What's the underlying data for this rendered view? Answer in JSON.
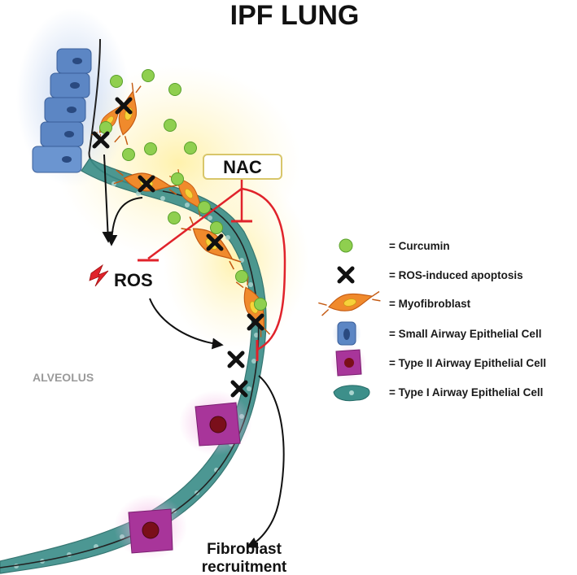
{
  "title": "IPF LUNG",
  "labels": {
    "nac": "NAC",
    "ros": "ROS",
    "alveolus": "ALVEOLUS",
    "fibroblast_line1": "Fibroblast",
    "fibroblast_line2": "recruitment"
  },
  "legend": [
    {
      "icon": "curcumin-dot-icon",
      "text": "= Curcumin"
    },
    {
      "icon": "apoptosis-x-icon",
      "text": "= ROS-induced apoptosis"
    },
    {
      "icon": "myofibroblast-icon",
      "text": "= Myofibroblast"
    },
    {
      "icon": "small-airway-cell-icon",
      "text": "= Small Airway Epithelial Cell"
    },
    {
      "icon": "type2-cell-icon",
      "text": "= Type II Airway Epithelial Cell"
    },
    {
      "icon": "type1-cell-icon",
      "text": "= Type I Airway Epithelial Cell"
    }
  ],
  "colors": {
    "inhibition": "#e0232b",
    "curcumin": "#8fcf4f",
    "myofibroblast": "#f08a2c",
    "nucleus": "#f7d23a",
    "small_airway": "#5c86c4",
    "type2": "#a8359a",
    "type1": "#3d8f8a",
    "glow": "#fff3b0"
  }
}
